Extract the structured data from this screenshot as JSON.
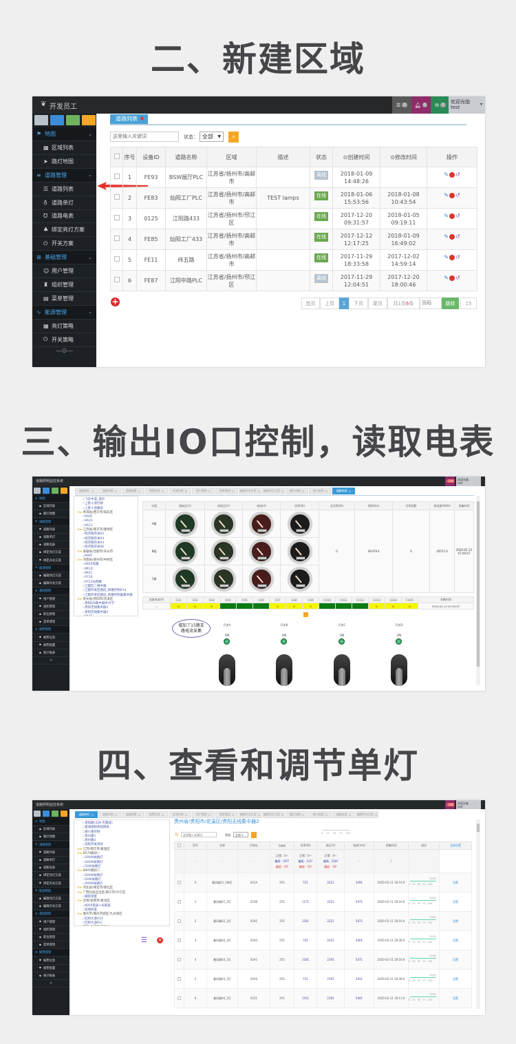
{
  "headings": [
    "二、新建区域",
    "三、输出IO口控制，读取电表",
    "四、查看和调节单灯"
  ],
  "s1": {
    "app_title": "开发员工",
    "badges": [
      {
        "icon": "list-icon",
        "count": "0",
        "color": "#5a5a5a"
      },
      {
        "icon": "bell-icon",
        "count": "0",
        "color": "#8e2d6a"
      },
      {
        "icon": "mail-icon",
        "count": "0",
        "color": "#2a8a56"
      }
    ],
    "user": {
      "greeting": "欢迎光临",
      "name": "test"
    },
    "menu": [
      {
        "label": "地图",
        "section": true,
        "icon": "flag-icon"
      },
      {
        "label": "区域列表",
        "icon": "table-icon"
      },
      {
        "label": "路灯地图",
        "icon": "location-arrow-icon"
      },
      {
        "label": "道路管理",
        "section": true,
        "icon": "bars-icon"
      },
      {
        "label": "道路列表",
        "icon": "list-icon"
      },
      {
        "label": "道路单灯",
        "icon": "bulb-icon"
      },
      {
        "label": "道路电表",
        "icon": "meter-icon"
      },
      {
        "label": "绑定亮灯方案",
        "icon": "sitemap-icon"
      },
      {
        "label": "开关方案",
        "icon": "power-icon"
      },
      {
        "label": "基础管理",
        "section": true,
        "icon": "grid-icon"
      },
      {
        "label": "用户管理",
        "icon": "users-icon"
      },
      {
        "label": "组织管理",
        "icon": "org-icon"
      },
      {
        "label": "菜单管理",
        "icon": "menu-icon"
      },
      {
        "label": "能源管理",
        "section": true,
        "icon": "rss-icon"
      },
      {
        "label": "亮灯策略",
        "icon": "calendar-icon"
      },
      {
        "label": "开关策略",
        "icon": "power-icon"
      }
    ],
    "tab": "道路列表",
    "search_placeholder": "这里输入关键词",
    "status_label": "状态：",
    "status_value": "全部",
    "columns": [
      "序号",
      "设备ID",
      "道路名称",
      "区域",
      "描述",
      "状态",
      "⊙创建时间",
      "⊙修改时间",
      "操作"
    ],
    "rows": [
      {
        "no": "1",
        "id": "FE93",
        "name": "BSW展厅PLC",
        "area": "江苏省/扬州市/高邮市",
        "desc": "",
        "status": "离线",
        "created": "2018-01-09 14:48:26",
        "modified": ""
      },
      {
        "no": "2",
        "id": "FE83",
        "name": "灿阳工厂PLC",
        "area": "江苏省/扬州市/高邮市",
        "desc": "TEST lamps",
        "status": "在线",
        "created": "2018-01-06 15:53:56",
        "modified": "2018-01-08 10:43:54"
      },
      {
        "no": "3",
        "id": "0125",
        "name": "江阳路433",
        "area": "江苏省/扬州市/邗江区",
        "desc": "",
        "status": "在线",
        "created": "2017-12-20 09:31:57",
        "modified": "2018-01-05 09:19:11"
      },
      {
        "no": "4",
        "id": "FE85",
        "name": "灿阳工厂433",
        "area": "江苏省/扬州市/高邮市",
        "desc": "",
        "status": "在线",
        "created": "2017-12-12 12:17:25",
        "modified": "2018-01-09 16:49:02"
      },
      {
        "no": "5",
        "id": "FE11",
        "name": "纬五路",
        "area": "江苏省/扬州市/高邮市",
        "desc": "",
        "status": "在线",
        "created": "2017-11-29 18:33:58",
        "modified": "2017-12-02 14:59:14"
      },
      {
        "no": "6",
        "id": "FE87",
        "name": "江阳中路PLC",
        "area": "江苏省/扬州市/邗江区",
        "desc": "",
        "status": "离线",
        "created": "2017-11-29 12:04:51",
        "modified": "2017-12-20 18:00:46"
      }
    ],
    "pagination": {
      "first": "首页",
      "prev": "上页",
      "current": "1",
      "next": "下页",
      "last": "尾页",
      "total_prefix": "共1页",
      "total_count": "6",
      "total_suffix": "条",
      "page_placeholder": "页码",
      "jump": "跳转",
      "page_size": "15"
    },
    "colors": {
      "online": "#6aa84f",
      "offline": "#b7c3cf",
      "accent": "#4aa3d8"
    }
  },
  "s2": {
    "app_title": "道路照明监控系统",
    "alert_count": "100",
    "user": {
      "greeting": "欢迎光临",
      "name": "test"
    },
    "menu": [
      "地图",
      "区域列表",
      "路灯地图",
      "道路管理",
      "道路列表",
      "道路单灯",
      "道路电表",
      "绑定亮灯方案",
      "绑定开关方案",
      "能源管理",
      "编辑亮灯方案",
      "编辑开关方案",
      "基础管理",
      "用户管理",
      "组织管理",
      "职位管理",
      "菜单管理",
      "报警管理",
      "报警信息",
      "报警配置",
      "统计报表"
    ],
    "sections": [
      0,
      3,
      9,
      12,
      17
    ],
    "tabs": [
      "道路单灯",
      "道路列表",
      "道路配置",
      "报警信息",
      "区域列表",
      "用户管理",
      "菜单管理",
      "编辑开关方案",
      "编辑亮灯方案",
      "路灯地图",
      "统计报表",
      "道路电表"
    ],
    "tree": [
      "飞云中道_演示",
      "上善十道行政",
      "上善十道路段",
      "青海省/西宁市/城东区",
      "9A0F",
      "9A10",
      "9A11",
      "江苏省/南京市/建邺区",
      "经济图开关02",
      "经济图开关04",
      "经济图开关03",
      "经济图开关06",
      "安徽省/合肥市/天长市",
      "800F",
      "河南省/郑州市/中原区",
      "4604电箱",
      "961D",
      "962C",
      "9716",
      "9723光明路",
      "江都区二楼中路",
      "江都开发区路段_四楼控制014",
      "江都开发区路段_四楼控制器集中器",
      "贵州省/贵阳市/花溪区",
      "贵阳DD集中器中大学",
      "贵阳无线集中器1",
      "贵阳无线集中器2",
      "962E",
      "9624",
      "9627",
      "962B",
      "9629"
    ],
    "tree_folders": [
      3,
      7,
      12,
      14,
      23
    ],
    "gauge_columns": [
      "分相",
      "相电压(V)",
      "线电压(V)",
      "电流(A)",
      "功率(W)",
      "总功率(W)",
      "频率(Hz)",
      "功率因数",
      "用电量(KWH)",
      "采集时间"
    ],
    "phases": [
      "A相",
      "B相",
      "C相"
    ],
    "totals": {
      "total_power": "0",
      "frequency": "49.9743",
      "power_factor": "0",
      "energy": "20557.6",
      "time": "2020-02-12 07:00:07"
    },
    "ch_header": [
      "支路电流(A)",
      "CH1",
      "CH2",
      "CH3",
      "CH4",
      "CH5",
      "CH6",
      "CH7",
      "CH8",
      "CH9",
      "CH10",
      "CH11",
      "CH12",
      "CH13",
      "CH14",
      "CH15",
      "采集时间"
    ],
    "ch_values": [
      "--",
      "0",
      "0",
      "0",
      "0",
      "0",
      "0",
      "0",
      "0",
      "0",
      "0",
      "0",
      "0",
      "0",
      "0",
      "0",
      "2020-02-12 07:00:07"
    ],
    "ch_states": [
      "",
      "y",
      "y",
      "y",
      "g",
      "g",
      "g",
      "y",
      "y",
      "y",
      "g",
      "g",
      "g",
      "y",
      "y",
      "y",
      ""
    ],
    "callout": "增加了15路支路电流采集",
    "switches": [
      {
        "label": "开关A",
        "state": "ON"
      },
      {
        "label": "开关B",
        "state": "ON"
      },
      {
        "label": "开关C",
        "state": "ON"
      },
      {
        "label": "开关D",
        "state": "ON"
      }
    ]
  },
  "s3": {
    "app_title": "道路照明监控系统",
    "alert_count": "100",
    "user": {
      "greeting": "欢迎光临",
      "name": "test"
    },
    "tabs": [
      "道路单灯",
      "道路列表",
      "道路配置",
      "报警信息",
      "区域列表",
      "用户管理",
      "菜单管理",
      "编辑开关方案",
      "编辑亮灯方案",
      "路灯地图",
      "统计报表",
      "道路电表",
      "编辑开关方案"
    ],
    "tree": [
      "贵阳路(328-灭路段)",
      "盘城视频测试网关",
      "清川南控制",
      "贵州路1",
      "贵州路2",
      "流程开关测试",
      "江苏/南京市/秦淮区",
      "8079路段一",
      "200W扶路灯",
      "200W扶路灯",
      "50W扶路灯",
      "8805路段二",
      "200W扶路灯",
      "50W扶路灯",
      "200W扶路灯",
      "河北省/保定市/保北区",
      "广西壮族自治区/南宁市/兴宁区",
      "聊塔测量",
      "云南/昆明市/盘龙区",
      "8059电表+光照度",
      "双线检查",
      "重庆市/重庆市城区/九龙坡区",
      "红桥大道433",
      "红桥大道PLC",
      "安徽/合肥市/肥东县",
      "飞云中道_演示",
      "A相",
      "BC不亮",
      "飞云中道_演示",
      "BC不亮",
      "A",
      "上善十道行政",
      "灰黄2"
    ],
    "tree_folders": [
      6,
      7,
      11,
      15,
      16,
      18,
      21,
      24,
      25,
      28,
      31
    ],
    "breadcrumb": "贵州省/贵阳市/花溪区/贵阳无线集中器2",
    "search_placeholder": "这里输入关键词",
    "status_label": "等级：",
    "status_value": "全部",
    "slider_ticks": [
      "0",
      "25",
      "50",
      "75",
      "100"
    ],
    "columns": [
      "序号",
      "名称",
      "灯地址",
      "PWM",
      "功率(W)",
      "电压(V)",
      "电流(mA)",
      "采集时间",
      "调光",
      "全部设置"
    ],
    "summary": {
      "normal": "正常：0~",
      "pwm_high": "偏高：207!",
      "pwm_low": "偏低：19!",
      "power_high": "偏高：211!",
      "power_low": "偏低：15!",
      "volt_high": "偏高：218!",
      "volt_low": "偏低：16!",
      "dash": "-",
      "slash": "/"
    },
    "dim_value": "100%",
    "rows": [
      {
        "no": "0",
        "name": "春风路01_1单灯",
        "addr": "021A",
        "pwm": "255",
        "power": "721",
        "volt": "2221",
        "cur": "3291",
        "time": "2020-02-11 18:10:0",
        "action": "设置"
      },
      {
        "no": "1",
        "name": "春风路01_2灯",
        "addr": "021B",
        "pwm": "255",
        "power": "1171",
        "volt": "2221",
        "cur": "5471",
        "time": "2020-02-11 18:10:0",
        "action": "设置"
      },
      {
        "no": "2",
        "name": "春风路02_1灯",
        "addr": "0245",
        "pwm": "255",
        "power": "1181",
        "volt": "2221",
        "cur": "5471",
        "time": "2020-02-11 18:10:0",
        "action": "设置"
      },
      {
        "no": "3",
        "name": "春风路02_2灯",
        "addr": "0244",
        "pwm": "255",
        "power": "741",
        "volt": "2221",
        "cur": "3401",
        "time": "2020-02-11 18:36:0",
        "action": "设置"
      },
      {
        "no": "4",
        "name": "春风路03_1灯",
        "addr": "02A1",
        "pwm": "255",
        "power": "1181",
        "volt": "2191",
        "cur": "5471",
        "time": "2020-02-11 18:10:0",
        "action": "设置"
      },
      {
        "no": "5",
        "name": "春风路03_2灯",
        "addr": "02A0",
        "pwm": "255",
        "power": "731",
        "volt": "2191",
        "cur": "3411",
        "time": "2020-02-11 18:36:0",
        "action": "设置"
      },
      {
        "no": "6",
        "name": "春风路04_1灯",
        "addr": "0231",
        "pwm": "255",
        "power": "1151",
        "volt": "2181",
        "cur": "5441",
        "time": "2020-02-11 18:11:0",
        "action": "设置"
      }
    ]
  }
}
